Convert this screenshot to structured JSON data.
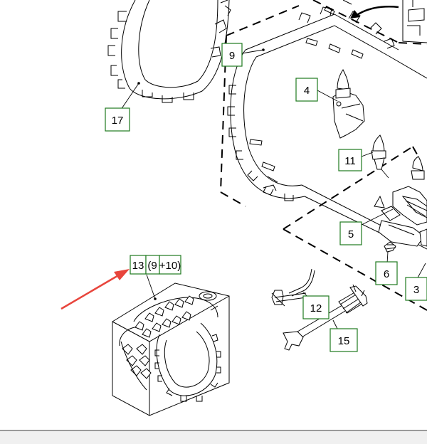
{
  "callouts": {
    "c17": "17",
    "c9": "9",
    "c4": "4",
    "c11": "11",
    "c5": "5",
    "c6": "6",
    "c3": "3",
    "c12": "12",
    "c15": "15",
    "c13": "13",
    "c13_open": "(9",
    "c13_plus": "+10)"
  },
  "colors": {
    "callout_border": "#1f7a1f",
    "arrow": "#e8453c",
    "line": "#000000"
  }
}
